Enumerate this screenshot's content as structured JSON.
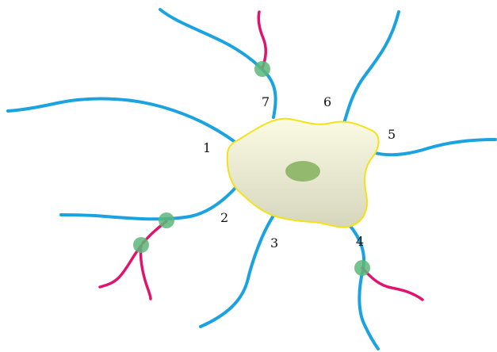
{
  "colors": {
    "process": "#1aa3e0",
    "contacting_fiber": "#e0146e",
    "synapse": "#5cb87a",
    "soma_outline": "#f2e21a",
    "soma_fill_top": "#fbfbe4",
    "soma_fill_bottom": "#d6d6bd",
    "nucleus": "#93b96f"
  },
  "labels": [
    "1",
    "2",
    "3",
    "4",
    "5",
    "6",
    "7"
  ]
}
